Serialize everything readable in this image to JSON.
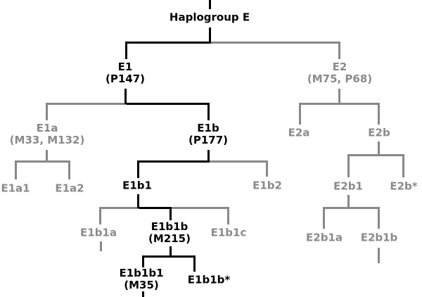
{
  "diagram": {
    "nodes": [
      {
        "id": "haplogroup-e",
        "label": "Haplogroup E",
        "sub": "",
        "dark": true
      },
      {
        "id": "e1",
        "label": "E1",
        "sub": "(P147)",
        "dark": true
      },
      {
        "id": "e2",
        "label": "E2",
        "sub": "(M75, P68)",
        "dark": false
      },
      {
        "id": "e1a",
        "label": "E1a",
        "sub": "(M33, M132)",
        "dark": false
      },
      {
        "id": "e1b",
        "label": "E1b",
        "sub": "(P177)",
        "dark": true
      },
      {
        "id": "e1a1",
        "label": "E1a1",
        "sub": "",
        "dark": false
      },
      {
        "id": "e1a2",
        "label": "E1a2",
        "sub": "",
        "dark": false
      },
      {
        "id": "e1b1",
        "label": "E1b1",
        "sub": "",
        "dark": true
      },
      {
        "id": "e1b2",
        "label": "E1b2",
        "sub": "",
        "dark": false
      },
      {
        "id": "e1b1a",
        "label": "E1b1a",
        "sub": "",
        "dark": false
      },
      {
        "id": "e1b1b",
        "label": "E1b1b",
        "sub": "(M215)",
        "dark": true
      },
      {
        "id": "e1b1c",
        "label": "E1b1c",
        "sub": "",
        "dark": false
      },
      {
        "id": "e1b1b1",
        "label": "E1b1b1",
        "sub": "(M35)",
        "dark": true
      },
      {
        "id": "e1b1b-star",
        "label": "E1b1b*",
        "sub": "",
        "dark": true
      },
      {
        "id": "e2a",
        "label": "E2a",
        "sub": "",
        "dark": false
      },
      {
        "id": "e2b",
        "label": "E2b",
        "sub": "",
        "dark": false
      },
      {
        "id": "e2b1",
        "label": "E2b1",
        "sub": "",
        "dark": false
      },
      {
        "id": "e2b-star",
        "label": "E2b*",
        "sub": "",
        "dark": false
      },
      {
        "id": "e2b1a",
        "label": "E2b1a",
        "sub": "",
        "dark": false
      },
      {
        "id": "e2b1b",
        "label": "E2b1b",
        "sub": "",
        "dark": false
      }
    ],
    "colors": {
      "highlight": "#000000",
      "muted": "#888888"
    }
  }
}
